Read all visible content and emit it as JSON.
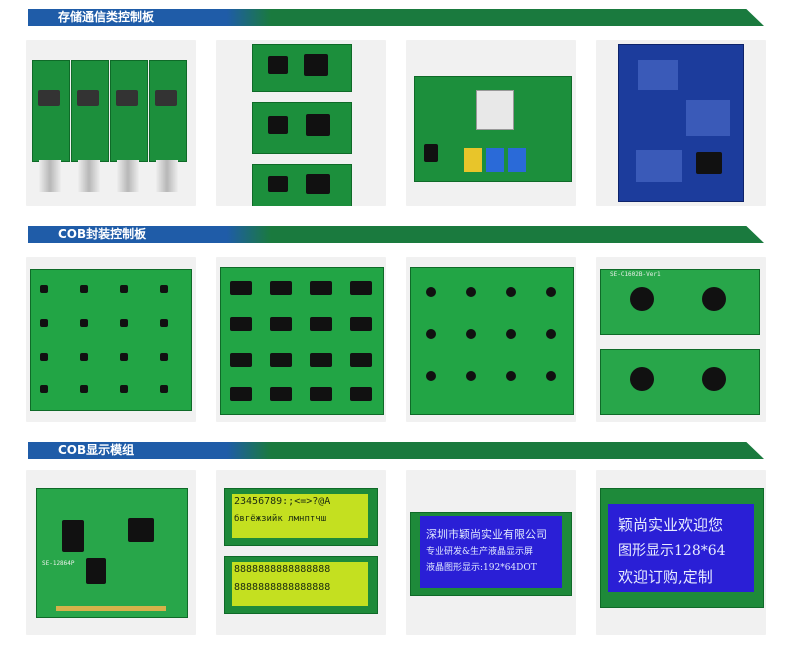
{
  "sections": [
    {
      "title": "存储通信类控制板"
    },
    {
      "title": "COB封装控制板"
    },
    {
      "title": "COB显示模组"
    }
  ],
  "colors": {
    "banner_blue": "#1f5ca8",
    "banner_green": "#1a7a3e",
    "pcb_green": "#1c8f3c",
    "pcb_blue": "#1c3c9c",
    "lcd_yellow": "#c4e020",
    "lcd_blue": "#2a1fd6"
  },
  "displays": {
    "yellow_lcd_line1": "23456789:;<=>?@A",
    "yellow_lcd_line2": "бвгёжзийк лмнптчш",
    "yellow_lcd2_line1": "8888888888888888",
    "yellow_lcd2_line2": "8888888888888888",
    "blue_small_line1": "深圳市颖尚实业有限公司",
    "blue_small_line2": "专业研发&生产液晶显示屏",
    "blue_small_line3": "液晶图形显示:192*64DOT",
    "blue_big_line1": "颖尚实业欢迎您",
    "blue_big_line2": "图形显示128*64",
    "blue_big_line3": "欢迎订购,定制"
  },
  "board_labels": {
    "cob_lcd_label": "SE-12864P",
    "module_label": "SE-C1602B-Ver1"
  }
}
